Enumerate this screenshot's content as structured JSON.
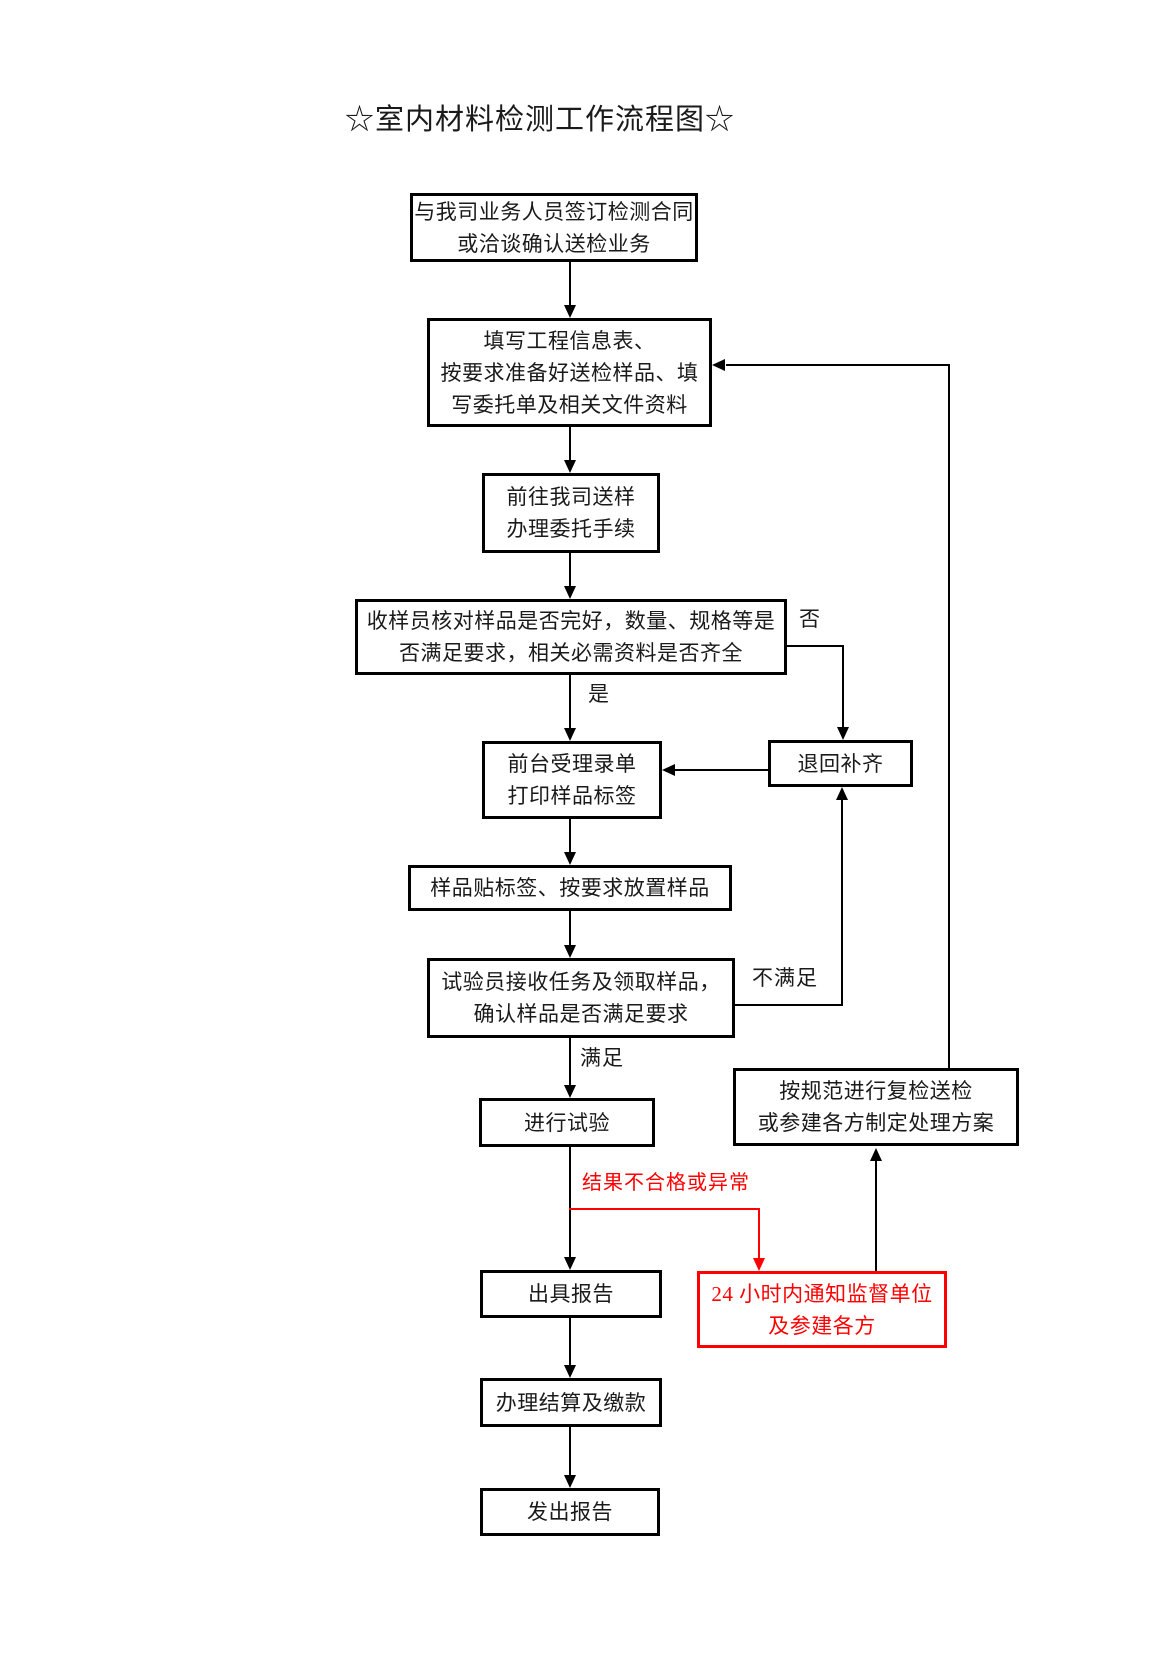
{
  "title": "☆室内材料检测工作流程图☆",
  "nodes": {
    "sign": {
      "line1": "与我司业务人员签订检测合同",
      "line2": "或洽谈确认送检业务"
    },
    "fill": {
      "line1": "填写工程信息表、",
      "line2": "按要求准备好送检样品、填",
      "line3": "写委托单及相关文件资料"
    },
    "deliver": {
      "line1": "前往我司送样",
      "line2": "办理委托手续"
    },
    "check": {
      "line1": "收样员核对样品是否完好，数量、规格等是",
      "line2": "否满足要求，相关必需资料是否齐全"
    },
    "frontdesk": {
      "line1": "前台受理录单",
      "line2": "打印样品标签"
    },
    "stick": {
      "line1": "样品贴标签、按要求放置样品"
    },
    "tester": {
      "line1": "试验员接收任务及领取样品，",
      "line2": "确认样品是否满足要求"
    },
    "test": {
      "line1": "进行试验"
    },
    "report": {
      "line1": "出具报告"
    },
    "settle": {
      "line1": "办理结算及缴款"
    },
    "send": {
      "line1": "发出报告"
    },
    "return_fix": {
      "line1": "退回补齐"
    },
    "recheck": {
      "line1": "按规范进行复检送检",
      "line2": "或参建各方制定处理方案"
    },
    "notify": {
      "line1": "24 小时内通知监督单位",
      "line2": "及参建各方"
    }
  },
  "edge_labels": {
    "yes": "是",
    "no": "否",
    "satisfied": "满足",
    "not_satisfied": "不满足",
    "abnormal_result": "结果不合格或异常"
  },
  "colors": {
    "line": "#000000",
    "alert": "#ff0000",
    "background": "#ffffff"
  }
}
